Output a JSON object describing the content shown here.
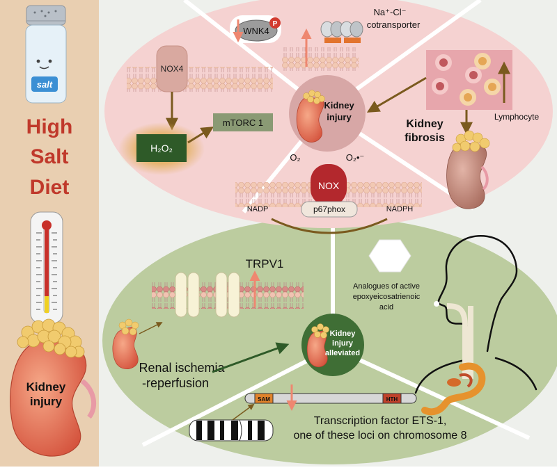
{
  "sidebar": {
    "salt_label": "salt",
    "title_line1": "High",
    "title_line2": "Salt",
    "title_line3": "Diet",
    "kidney_label_line1": "Kidney",
    "kidney_label_line2": "injury"
  },
  "top_panel": {
    "wnk4_label": "WNK4",
    "phospho_label": "P",
    "cotransporter_line1": "Na⁺-Cl⁻",
    "cotransporter_line2": "cotransporter",
    "nox4_label": "NOX4",
    "h2o2_label": "H₂O₂",
    "mtorc_label": "mTORC 1",
    "center_line1": "Kidney",
    "center_line2": "injury",
    "o2_label": "O₂",
    "superoxide_label": "O₂•⁻",
    "nox_label": "NOX",
    "p67_label": "p67phox",
    "nadp_label": "NADP",
    "nadph_label": "NADPH",
    "fibrosis_line1": "Kidney",
    "fibrosis_line2": "fibrosis",
    "lymphocyte_label": "Lymphocyte"
  },
  "bottom_panel": {
    "trpv1_label": "TRPV1",
    "ischemia_line1": "Renal ischemia",
    "ischemia_line2": "-reperfusion",
    "center_line1": "Kidney",
    "center_line2": "injury",
    "center_line3": "alleviated",
    "analogue_line1": "Analogues of active",
    "analogue_line2": "epoxyeicosatrienoic",
    "analogue_line3": "acid",
    "sam_label": "SAM",
    "hth_label": "HTH",
    "ets_line1": "Transcription factor ETS-1,",
    "ets_line2": "one of these loci on chromosome 8"
  },
  "colors": {
    "sidebar_bg": "#e9cfb1",
    "top_oval": "#f5d2d1",
    "bottom_oval": "#bccc9f",
    "title_red": "#c0392b",
    "dark_green": "#2e5a28",
    "arrow_brown": "#7a5a1e",
    "nox_red": "#b3282d"
  }
}
